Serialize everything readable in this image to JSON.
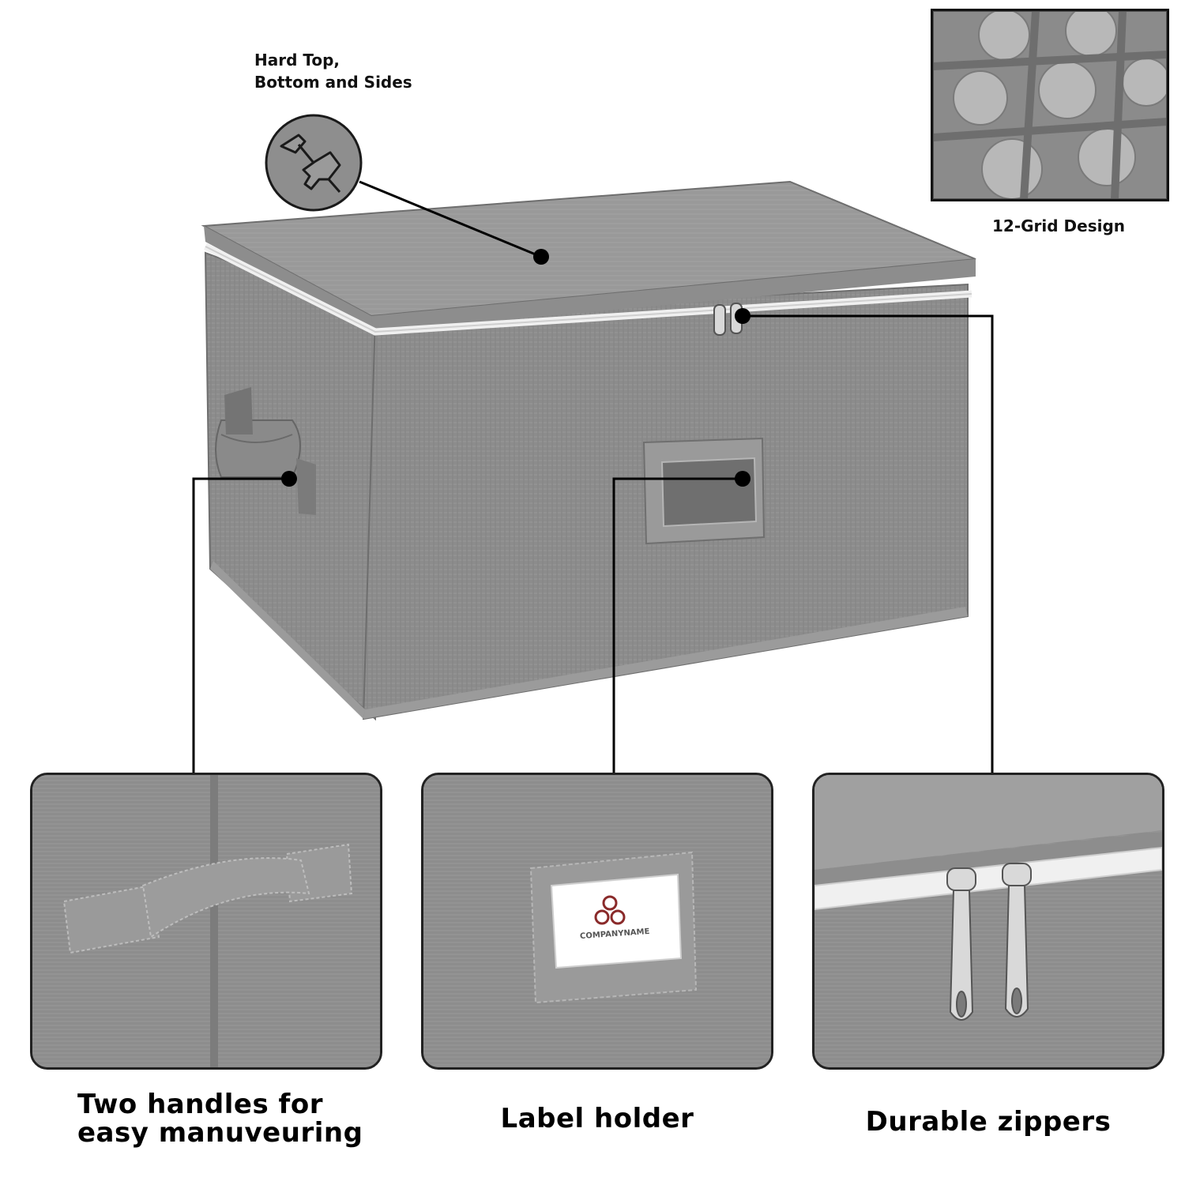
{
  "top_callout": {
    "line1": "Hard Top,",
    "line2": "Bottom and Sides"
  },
  "grid_inset": {
    "caption": "12-Grid Design"
  },
  "label_card": {
    "brand": "COMPANYNAME"
  },
  "panels": {
    "handles": {
      "caption_line1": "Two handles for",
      "caption_line2": "easy manuveuring"
    },
    "label_holder": {
      "caption": "Label holder"
    },
    "zippers": {
      "caption": "Durable zippers"
    }
  },
  "colors": {
    "fabric": "#8f8f8f",
    "fabric_dark": "#7a7a7a",
    "fabric_light": "#a3a3a3",
    "zipper": "#f2f2f2",
    "line": "#000000"
  },
  "icons": [
    "hammer-hand-icon",
    "zipper-pull-icon"
  ]
}
